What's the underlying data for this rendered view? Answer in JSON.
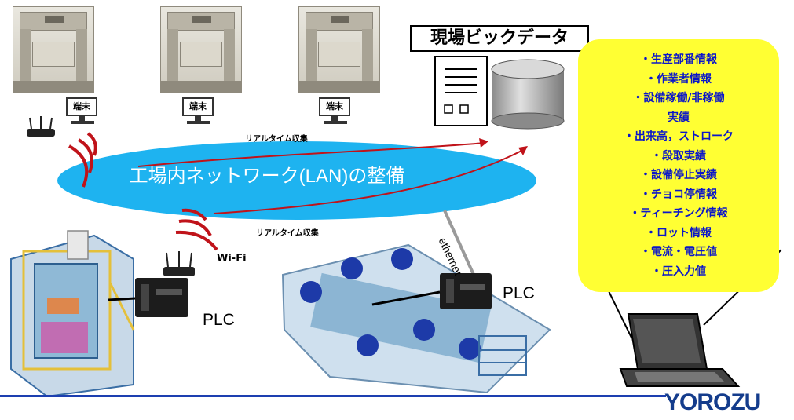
{
  "big_data": {
    "title": "現場ビックデータ"
  },
  "terminal_label": "端末",
  "network": {
    "title": "工場内ネットワーク(LAN)の整備",
    "realtime_label": "リアルタイム収集",
    "wifi_label": "Wi-Fi",
    "ethernet_label": "ethernet"
  },
  "plc_label": "PLC",
  "info_items": [
    "・生産部番情報",
    "・作業者情報",
    "・設備稼働/非稼働",
    "実績",
    "・出来高，ストローク",
    "・段取実績",
    "・設備停止実績",
    "・チョコ停情報",
    "・ティーチング情報",
    "・ロット情報",
    "・電流・電圧値",
    "・圧入力値"
  ],
  "logo": "YOROZU",
  "colors": {
    "lan_ellipse": "#1eb3f0",
    "info_box": "#ffff33",
    "info_text": "#0b16c9",
    "signal_waves": "#c0131a",
    "footer_line": "#1d3fb0",
    "logo": "#143c8c"
  }
}
